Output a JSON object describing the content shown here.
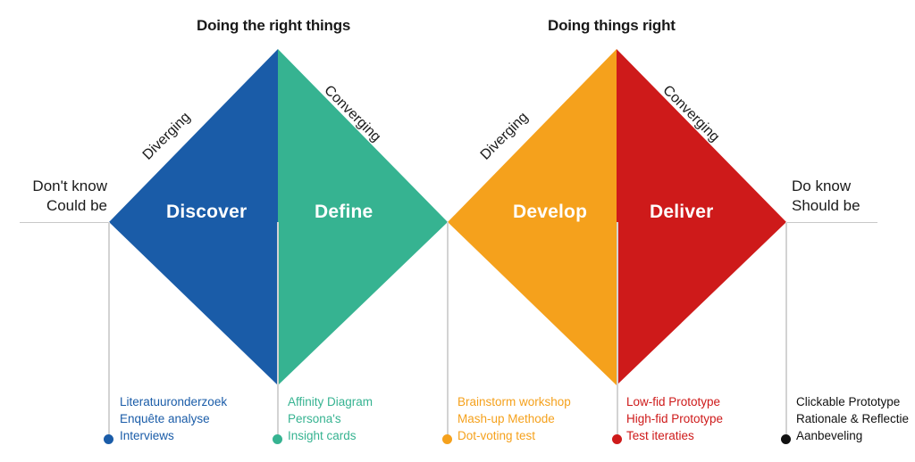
{
  "headings": {
    "left": "Doing the right things",
    "right": "Doing things right"
  },
  "endpoints": {
    "left_line1": "Don't know",
    "left_line2": "Could be",
    "right_line1": "Do know",
    "right_line2": "Should be"
  },
  "slope_labels": {
    "diverging_1": "Diverging",
    "converging_1": "Converging",
    "diverging_2": "Diverging",
    "converging_2": "Converging"
  },
  "phases": [
    {
      "name": "Discover",
      "color": "#1a5ca8"
    },
    {
      "name": "Define",
      "color": "#36b391"
    },
    {
      "name": "Develop",
      "color": "#f5a11c"
    },
    {
      "name": "Deliver",
      "color": "#ce1a1a"
    }
  ],
  "deliverables": {
    "discover": {
      "color": "#1a5ca8",
      "line1": "Literatuuronderzoek",
      "line2": "Enquête analyse",
      "line3": "Interviews"
    },
    "define": {
      "color": "#36b391",
      "line1": "Affinity Diagram",
      "line2": "Persona's",
      "line3": "Insight cards"
    },
    "develop": {
      "color": "#f5a11c",
      "line1": "Brainstorm workshop",
      "line2": "Mash-up Methode",
      "line3": "Dot-voting test"
    },
    "deliver": {
      "color": "#ce1a1a",
      "line1": "Low-fid Prototype",
      "line2": "High-fid Prototype",
      "line3": "Test iteraties"
    },
    "final": {
      "color": "#111111",
      "line1": "Clickable Prototype",
      "line2": "Rationale & Reflectie",
      "line3": "Aanbeveling"
    }
  },
  "colors": {
    "discover_blue": "#1a5ca8",
    "define_green": "#36b391",
    "develop_orange": "#f5a11c",
    "deliver_red": "#ce1a1a",
    "final_black": "#111111",
    "guide_gray": "#d3d3d3",
    "background": "#ffffff"
  }
}
